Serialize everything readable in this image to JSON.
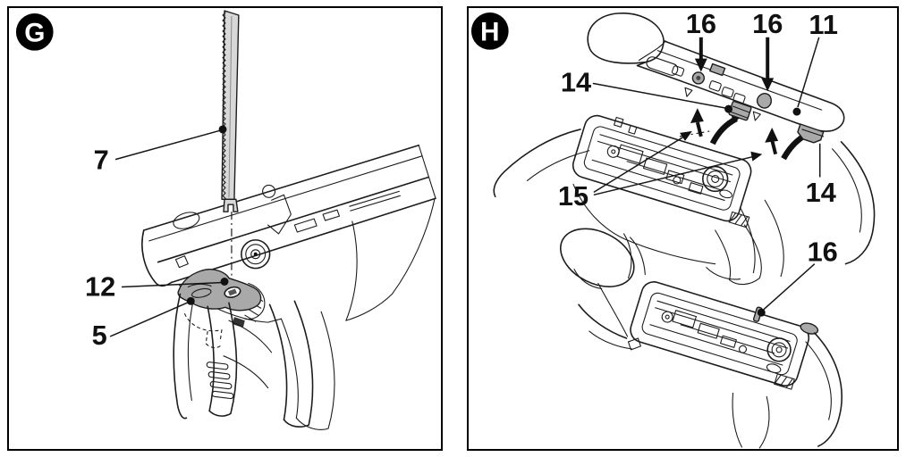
{
  "figure": {
    "panels": [
      {
        "badge": "G",
        "callouts": [
          {
            "label": "7"
          },
          {
            "label": "12"
          },
          {
            "label": "5"
          }
        ]
      },
      {
        "badge": "H",
        "callouts": [
          {
            "label": "16"
          },
          {
            "label": "16"
          },
          {
            "label": "11"
          },
          {
            "label": "14"
          },
          {
            "label": "15"
          },
          {
            "label": "14"
          },
          {
            "label": "16"
          }
        ]
      }
    ],
    "colors": {
      "line": "#1c1c1c",
      "part_gray": "#a9a9a9",
      "blade_gray": "#d8d8d8",
      "label": "#111111",
      "badge_bg": "#000000",
      "badge_fg": "#ffffff",
      "background": "#ffffff"
    }
  }
}
